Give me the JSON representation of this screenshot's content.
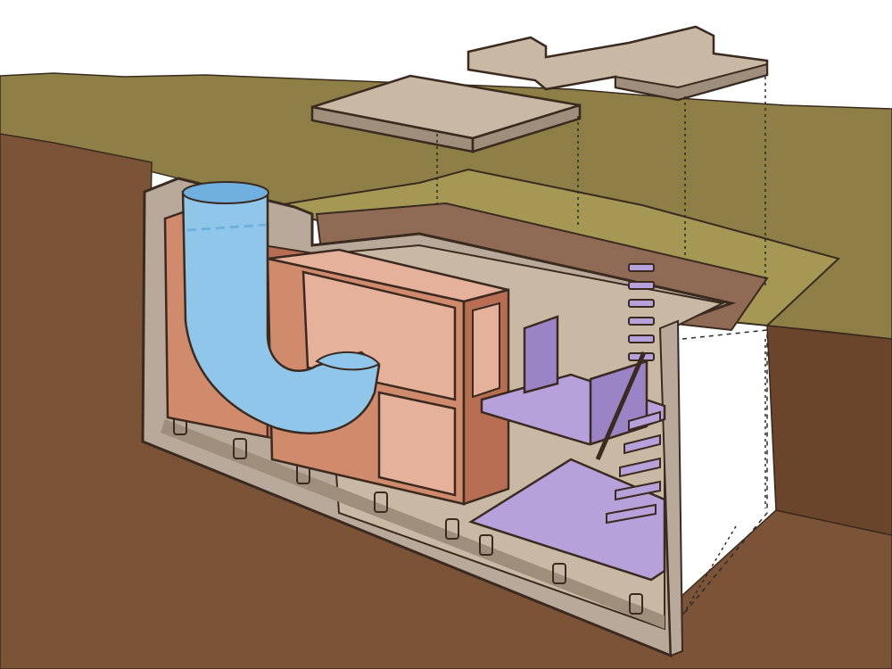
{
  "colors": {
    "sky": "#ffffff",
    "grass": "#8d7f46",
    "grass_light": "#a59855",
    "soil": "#7b5337",
    "soil_dark": "#6a452c",
    "trench_wall": "#8f6b55",
    "trench_wall_dark": "#7d5b46",
    "concrete": "#c9b9a4",
    "concrete_dark": "#9f8e7b",
    "shell_cut": "#b9a99a",
    "water": "#8fc6ea",
    "water_dark": "#6fb0de",
    "copper": "#d08a6c",
    "copper_dark": "#b76e52",
    "copper_light": "#e6b19b",
    "shelf": "#b7a1db",
    "shelf_dark": "#9a84c6",
    "outline": "#3a2a1f",
    "leader": "#2b2b2b"
  },
  "icons": {
    "water_tank": "water-tank-icon",
    "heat_exchanger": "heat-exchanger-box",
    "shelves": "purple-shelf",
    "ladder": "wall-ladder"
  }
}
